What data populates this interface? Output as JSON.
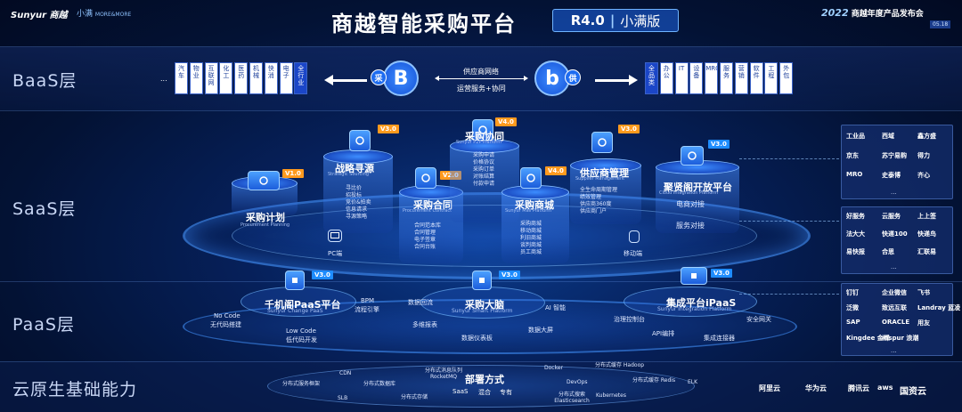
{
  "header": {
    "brand": "Sunyur 商越",
    "brand_sub": "小满",
    "brand_tag": "MORE&MORE",
    "title": "商越智能采购平台",
    "version_badge": "R4.0",
    "edition": "小满版",
    "event": "2022 商越年度产品发布会",
    "event_year": "2022",
    "event_name": "商越年度产品发布会",
    "event_date": "05.18"
  },
  "layers": {
    "baas": "BaaS层",
    "saas": "SaaS层",
    "paas": "PaaS层",
    "cloud": "云原生基础能力"
  },
  "baas": {
    "ellipsis": "...",
    "left_industries": [
      "汽车",
      "物业",
      "互联网",
      "化工",
      "医药",
      "机械",
      "快消",
      "电子",
      "全行业"
    ],
    "left_circle": "B",
    "left_circle_tag": "采",
    "mid_top": "供应商网络",
    "mid_bottom": "运营服务+协同",
    "right_circle": "b",
    "right_circle_tag": "供",
    "right_categories": [
      "全品类",
      "办公",
      "IT",
      "设备",
      "MRO",
      "服务",
      "营销",
      "软件",
      "工程",
      "外包"
    ]
  },
  "saas": {
    "modules": [
      {
        "id": "plan",
        "title": "采购计划",
        "sub": "Procurement Planning",
        "version": "V1.0",
        "features": []
      },
      {
        "id": "sourcing",
        "title": "战略寻源",
        "sub": "Strategic Sourcing",
        "version": "V3.0",
        "features": [
          "寻比价",
          "招投标",
          "竞价&拍卖",
          "信息请求",
          "寻源策略"
        ]
      },
      {
        "id": "contract",
        "title": "采购合同",
        "sub": "Procurement Contract",
        "version": "V2.0",
        "features": [
          "合同范本库",
          "合同管理",
          "电子签章",
          "合同台账"
        ]
      },
      {
        "id": "p2p",
        "title": "采购协同",
        "sub": "Sunyur P2P Platform",
        "version": "V4.0",
        "features": [
          "采购申请",
          "价格协议",
          "采购订单",
          "对账结算",
          "付款申请"
        ]
      },
      {
        "id": "mall",
        "title": "采购商城",
        "sub": "Sunyur Mall Platform",
        "version": "V4.0",
        "features": [
          "采购商城",
          "移动商城",
          "利旧商城",
          "谈判商城",
          "员工商城"
        ]
      },
      {
        "id": "supplier",
        "title": "供应商管理",
        "sub": "Supplier Management",
        "version": "V3.0",
        "features": [
          "全生命周期管理",
          "绩效管理",
          "供应商360度",
          "供应商门户"
        ]
      },
      {
        "id": "xian",
        "title": "聚贤阁开放平台",
        "sub": "Cloud Integration Platform",
        "version": "V3.0",
        "features": [
          "电商对接",
          "服务对接"
        ]
      }
    ],
    "pc_label": "PC端",
    "mobile_label": "移动端",
    "ecom_panel": [
      "工业品",
      "西域",
      "鑫方盛",
      "京东",
      "苏宁易购",
      "得力",
      "MRO",
      "史泰博",
      "齐心"
    ],
    "service_panel": [
      "好服务",
      "云服务",
      "上上签",
      "法大大",
      "快递100",
      "快递鸟",
      "易快报",
      "合思",
      "汇联易"
    ],
    "ellipsis": "..."
  },
  "paas": {
    "modules": [
      {
        "id": "qianbian",
        "title": "千机阁PaaS平台",
        "sub": "Sunyur Change PaaS",
        "version": "V3.0"
      },
      {
        "id": "brain",
        "title": "采购大脑",
        "sub": "Sunyur Smart Platform",
        "version": "V3.0"
      },
      {
        "id": "ipaas",
        "title": "集成平台iPaaS",
        "sub": "Sunyur Integration Platform",
        "version": "V3.0"
      }
    ],
    "labels": {
      "nocode": "No Code",
      "nocode_sub": "无代码搭建",
      "lowcode": "Low Code",
      "lowcode_sub": "低代码开发",
      "bpm": "BPM",
      "bpm_sub": "流程引擎",
      "data_flow": "数据回流",
      "multi_report": "多维报表",
      "ai": "AI 智能",
      "big_screen": "数据大屏",
      "dashboard": "数据仪表板",
      "console": "治理控制台",
      "gateway": "安全网关",
      "api": "API编排",
      "connector": "集成连接器"
    },
    "integration_panel": [
      "钉钉",
      "企业微信",
      "飞书",
      "泛微",
      "致远互联",
      "Landray 蓝凌",
      "SAP",
      "ORACLE",
      "用友",
      "Kingdee 金蝶",
      "inspur 浪潮"
    ],
    "ellipsis": "..."
  },
  "cloud": {
    "center": "部署方式",
    "deploy": [
      "SaaS",
      "混合",
      "专有"
    ],
    "items": [
      "CDN",
      "分布式服务框架",
      "分布式数据库",
      "分布式消息队列 RocketMQ",
      "SLB",
      "分布式存储",
      "Docker",
      "分布式缓存 Hadoop",
      "DevOps",
      "分布式缓存 Redis",
      "分布式搜索 Elasticsearch",
      "Kubernetes",
      "ELK"
    ],
    "vendors": [
      "阿里云",
      "华为云",
      "腾讯云",
      "aws",
      "国资云"
    ]
  },
  "colors": {
    "bg": "#03102e",
    "accent_orange": "#ff9a1e",
    "accent_blue": "#1e8cff",
    "tile_border": "#3b63c8"
  }
}
